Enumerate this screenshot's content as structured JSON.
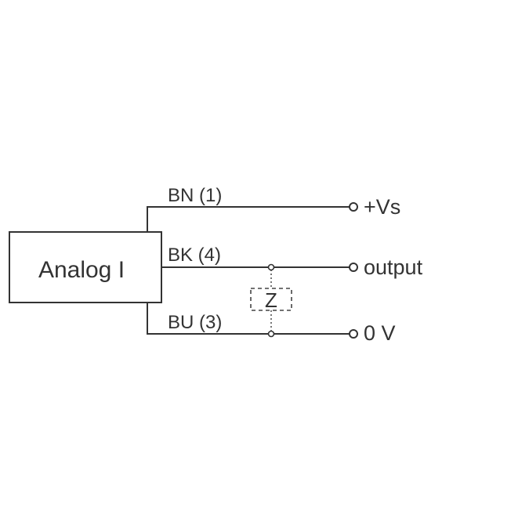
{
  "device": {
    "label": "Analog I"
  },
  "wires": [
    {
      "label": "BN (1)",
      "terminal": "+Vs"
    },
    {
      "label": "BK (4)",
      "terminal": "output"
    },
    {
      "label": "BU (3)",
      "terminal": "0 V"
    }
  ],
  "load": {
    "label": "Z"
  },
  "colors": {
    "line": "#333333",
    "background": "#ffffff"
  }
}
